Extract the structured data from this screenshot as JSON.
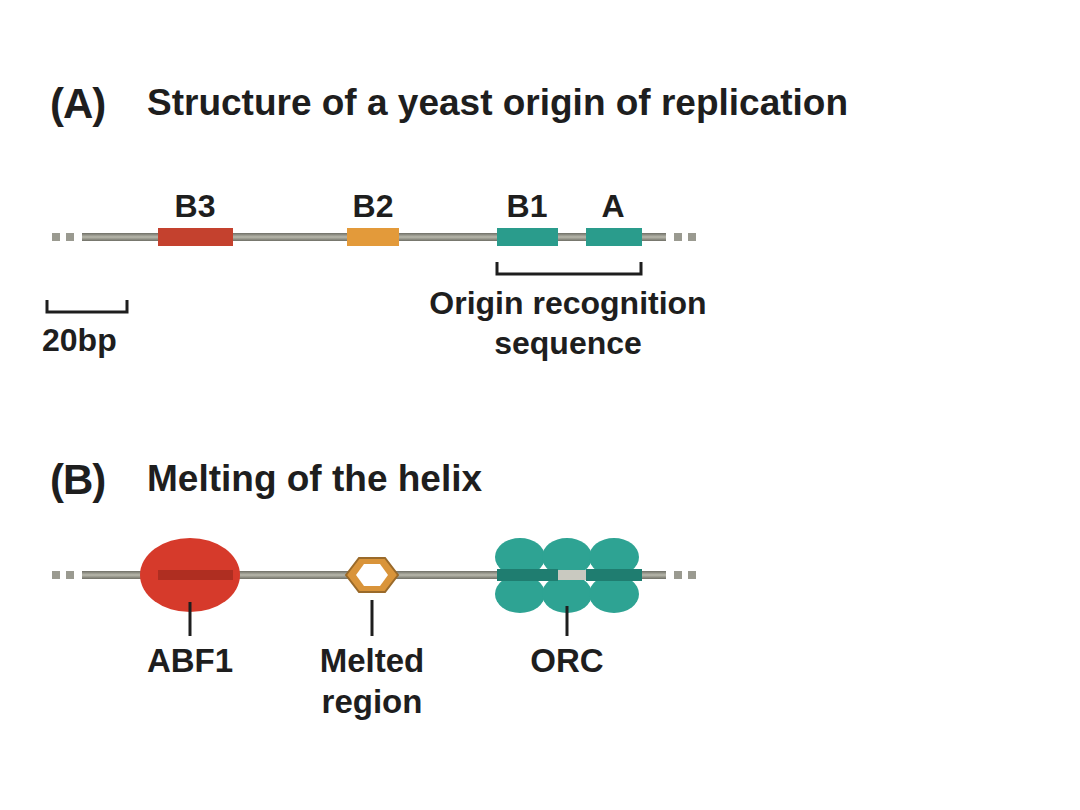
{
  "diagram": {
    "nodes": [
      {
        "text": [
          "B3"
        ]
      },
      {
        "text": [
          "B2"
        ]
      },
      {
        "text": [
          "B1"
        ]
      },
      {
        "text": [
          "A"
        ]
      },
      {
        "text": [
          "ABF1"
        ]
      },
      {
        "text": [
          "Melted region"
        ]
      },
      {
        "text": [
          "ORC"
        ]
      }
    ],
    "labels": [
      "(A)",
      "Structure of a yeast origin of replication",
      "Origin recognition sequence",
      "20bp",
      "(B)",
      "Melting of the helix"
    ]
  }
}
